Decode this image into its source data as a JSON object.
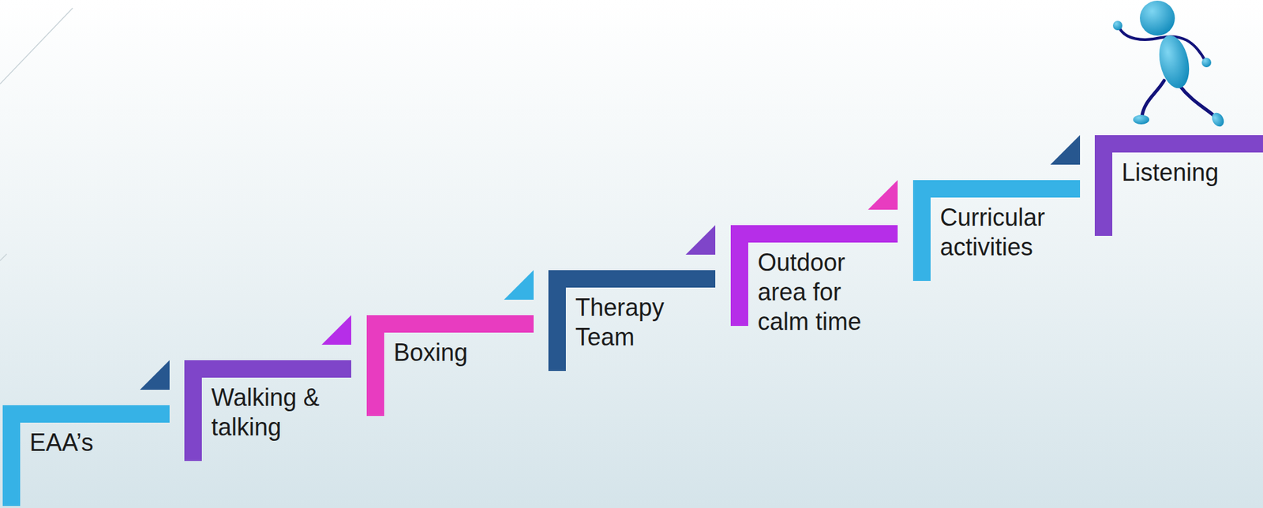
{
  "diagram": {
    "nodes": [
      {
        "text": [
          "EAA’s"
        ]
      },
      {
        "text": [
          "Walking & talking"
        ]
      },
      {
        "text": [
          "Boxing"
        ]
      },
      {
        "text": [
          "Therapy Team"
        ]
      },
      {
        "text": [
          "Outdoor area for calm time"
        ]
      },
      {
        "text": [
          "Curricular activities"
        ]
      },
      {
        "text": [
          "Listening"
        ]
      }
    ]
  }
}
